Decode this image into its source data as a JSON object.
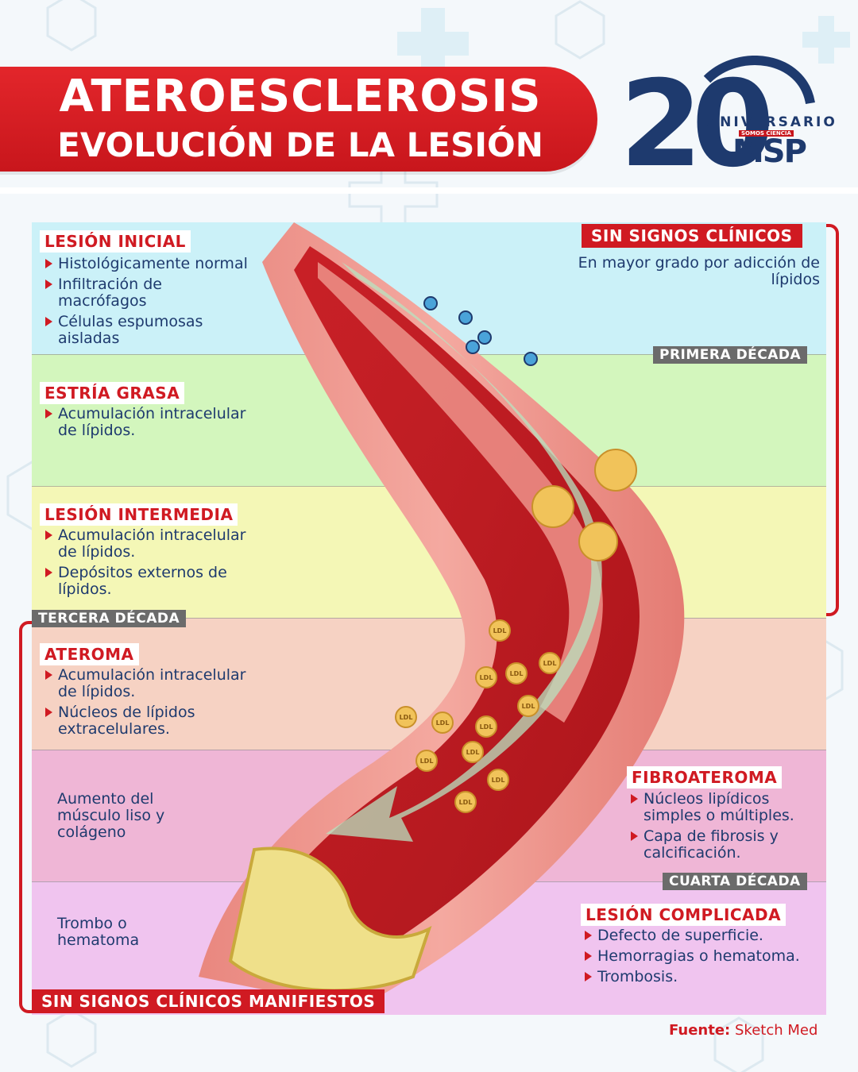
{
  "header": {
    "title": "ATEROESCLEROSIS",
    "subtitle": "EVOLUCIÓN DE LA LESIÓN"
  },
  "logo": {
    "number": "20",
    "aniversario": "ANIVERSARIO",
    "somos": "SOMOS CIENCIA",
    "brand": "MSP"
  },
  "stages": {
    "inicial": {
      "title": "LESIÓN INICIAL",
      "items": [
        "Histológicamente normal",
        "Infiltración de macrófagos",
        "Células espumosas aisladas"
      ]
    },
    "estria": {
      "title": "ESTRÍA GRASA",
      "items": [
        "Acumulación intracelular de lípidos."
      ]
    },
    "intermedia": {
      "title": "LESIÓN INTERMEDIA",
      "items": [
        "Acumulación intracelular de lípidos.",
        "Depósitos externos de lípidos."
      ]
    },
    "ateroma": {
      "title": "ATEROMA",
      "items": [
        "Acumulación intracelular de lípidos.",
        "Núcleos de lípidos extracelulares."
      ]
    },
    "musculo": {
      "text": "Aumento del músculo liso y colágeno"
    },
    "trombo": {
      "text": "Trombo o hematoma"
    },
    "fibroateroma": {
      "title": "FIBROATEROMA",
      "items": [
        "Núcleos lipídicos simples o múltiples.",
        "Capa de fibrosis y calcificación."
      ]
    },
    "complicada": {
      "title": "LESIÓN COMPLICADA",
      "items": [
        "Defecto de superficie.",
        "Hemorragias o hematoma.",
        "Trombosis."
      ]
    }
  },
  "clinical": {
    "sin_signos": "SIN SIGNOS CLÍNICOS",
    "sin_signos_note": "En mayor grado por adicción de lípidos",
    "manifiestos": "SIN SIGNOS CLÍNICOS MANIFIESTOS"
  },
  "decades": {
    "primera": "PRIMERA DÉCADA",
    "tercera": "TERCERA DÉCADA",
    "cuarta": "CUARTA DÉCADA"
  },
  "ldl_label": "LDL",
  "source": {
    "label": "Fuente:",
    "value": "Sketch Med"
  },
  "colors": {
    "accent_red": "#d01a22",
    "navy": "#1e3a6e",
    "decade_gray": "#6b6b6b"
  }
}
